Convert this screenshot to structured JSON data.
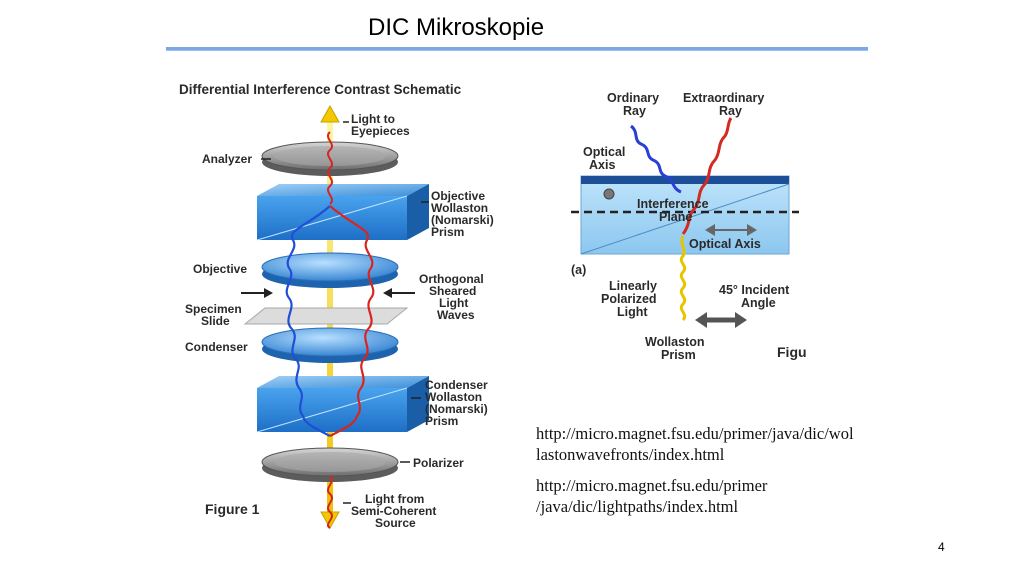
{
  "slide": {
    "title": "DIC Mikroskopie",
    "page_number": "4"
  },
  "figure1": {
    "heading": "Differential Interference Contrast Schematic",
    "caption": "Figure 1",
    "labels": {
      "light_to_1": "Light to",
      "light_to_2": "Eyepieces",
      "analyzer": "Analyzer",
      "obj_woll_1": "Objective",
      "obj_woll_2": "Wollaston",
      "obj_woll_3": "(Nomarski)",
      "obj_woll_4": "Prism",
      "objective": "Objective",
      "orth_1": "Orthogonal",
      "orth_2": "Sheared",
      "orth_3": "Light",
      "orth_4": "Waves",
      "specimen_1": "Specimen",
      "specimen_2": "Slide",
      "condenser": "Condenser",
      "cond_woll_1": "Condenser",
      "cond_woll_2": "Wollaston",
      "cond_woll_3": "(Nomarski)",
      "cond_woll_4": "Prism",
      "polarizer": "Polarizer",
      "light_from_1": "Light from",
      "light_from_2": "Semi-Coherent",
      "light_from_3": "Source"
    }
  },
  "figure2": {
    "labels": {
      "ordinary_1": "Ordinary",
      "ordinary_2": "Ray",
      "extra_1": "Extraordinary",
      "extra_2": "Ray",
      "optical_axis_1": "Optical",
      "optical_axis_2": "Axis",
      "interference_1": "Interference",
      "interference_2": "Plane",
      "optical_axis_arrow": "Optical Axis",
      "panel": "(a)",
      "lin_pol_1": "Linearly",
      "lin_pol_2": "Polarized",
      "lin_pol_3": "Light",
      "incident_1": "45° Incident",
      "incident_2": "Angle",
      "wollaston_1": "Wollaston",
      "wollaston_2": "Prism",
      "figu": "Figu"
    }
  },
  "links": [
    {
      "line1": "http://micro.magnet.fsu.edu/primer/java/dic/wol",
      "line2": "lastonwavefronts/index.html"
    },
    {
      "line1": "http://micro.magnet.fsu.edu/primer",
      "line2": "/java/dic/lightpaths/index.html"
    }
  ]
}
